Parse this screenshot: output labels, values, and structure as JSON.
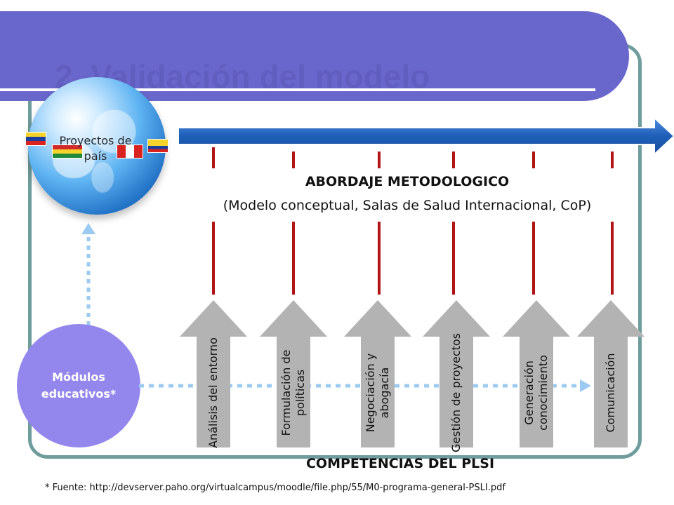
{
  "slide": {
    "title": "2. Validación del modelo",
    "globe_label": "Proyectos de país",
    "modules_label": "Módulos educativos*",
    "abordaje_title": "ABORDAJE METODOLOGICO",
    "abordaje_subtitle": "(Modelo conceptual, Salas de Salud Internacional, CoP)",
    "competencias_title": "COMPETENCIAS DEL PLSI",
    "footnote": "* Fuente: http://devserver.paho.org/virtualcampus/moodle/file.php/55/M0-programa-general-PSLI.pdf"
  },
  "competencias": [
    {
      "label": "Análisis del entorno"
    },
    {
      "label": "Formulación de políticas"
    },
    {
      "label": "Negociación y abogacía"
    },
    {
      "label": "Gestión de proyectos"
    },
    {
      "label": "Generación conocimiento"
    },
    {
      "label": "Comunicación"
    }
  ],
  "colors": {
    "title_band": "#6a67cc",
    "frame": "#6f9c9c",
    "main_arrow": "#1f5fb8",
    "connector_red": "#b01414",
    "competency_arrow": "#b3b3b3",
    "modules_circle": "#9387ee",
    "dotted_arrows": "#9ccbf2"
  }
}
